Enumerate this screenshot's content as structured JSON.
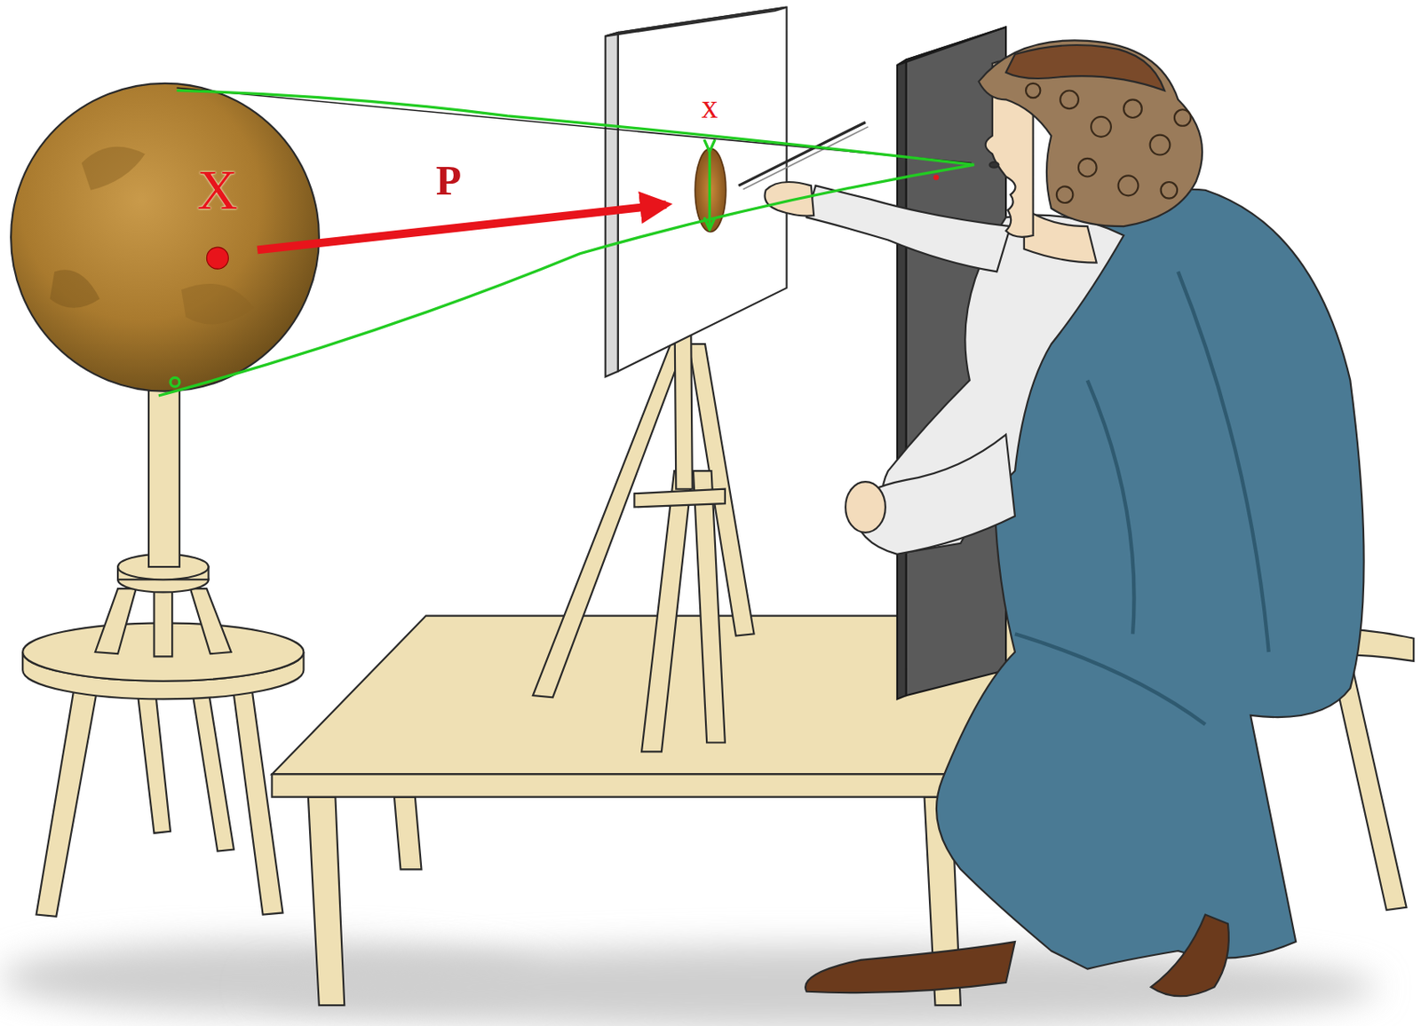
{
  "diagram": {
    "labels": [
      "X",
      "P",
      "x"
    ]
  }
}
